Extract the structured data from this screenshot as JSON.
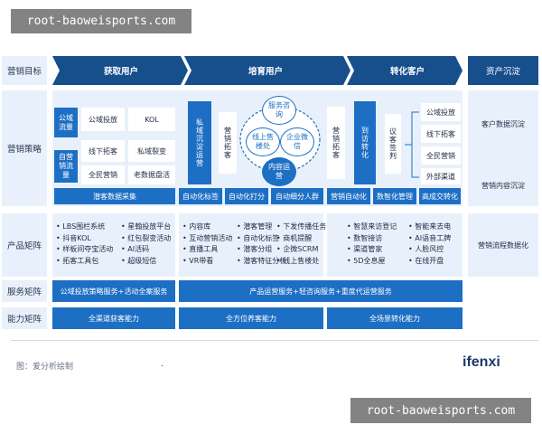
{
  "watermark": "root-baoweisports.com",
  "rows": {
    "marketing_goal": "营销目标",
    "marketing_strategy": "营销策略",
    "product_matrix": "产品矩阵",
    "service_matrix": "服务矩阵",
    "capability_matrix": "能力矩阵"
  },
  "stages": {
    "acquire": "获取用户",
    "nurture": "培育用户",
    "convert": "转化客户",
    "assets": "资产沉淀"
  },
  "strategy": {
    "public_traffic": "公域流量",
    "owned_traffic": "自营销流量",
    "acquire_cells": [
      "公域投放",
      "KOL",
      "线下拓客",
      "私域裂变",
      "全民营销",
      "老数据盘活"
    ],
    "acquire_bottom": "潜客数据采集",
    "private_ops": "私域沉淀运营",
    "expansion": "营销拓客",
    "circle_top": "服务咨询",
    "circle_left": "线上售楼处",
    "circle_right": "企业微信",
    "circle_bottom": "内容运营",
    "nurture_bottom": [
      "自动化标签",
      "自动化打分",
      "自动细分人群"
    ],
    "marketing_customer": "营销拓客",
    "visit_convert": "到访转化",
    "negotiation": "议客签判",
    "convert_cells": [
      "公域投放",
      "线下拓客",
      "全民营销",
      "外部渠道"
    ],
    "convert_bottom": [
      "营销自动化",
      "数智化管理",
      "高成交转化"
    ],
    "asset_cells": [
      "客户数据沉淀",
      "营销内容沉淀"
    ]
  },
  "products": {
    "col1": [
      "LBS围栏系统",
      "抖音KOL",
      "样板间夺宝活动",
      "拓客工具包"
    ],
    "col2": [
      "星翰投放平台",
      "红包裂变活动",
      "AI活码",
      "超级短信"
    ],
    "col3": [
      "内容库",
      "互动营销活动",
      "直播工具",
      "VR带看"
    ],
    "col4": [
      "潜客管理",
      "自动化标签",
      "潜客分组",
      "潜客特征分析"
    ],
    "col5": [
      "下发传播任务",
      "商机提醒",
      "企微SCRM",
      "线上售楼处"
    ],
    "col6": [
      "智慧来访登记",
      "数智接访",
      "渠道管家",
      "5D全息屋"
    ],
    "col7": [
      "智能来去电",
      "AI语音工牌",
      "人脸风控",
      "在线开盘"
    ],
    "assets": "营销流程数据化"
  },
  "services": {
    "acquire": "公域投放策略服务+活动全案服务",
    "nurture": "产品运营服务+轻咨询服务+重度代运营服务"
  },
  "capabilities": {
    "acquire": "全渠道获客能力",
    "nurture": "全方位养客能力",
    "convert": "全场景转化能力"
  },
  "footer": {
    "source": "图：爱分析绘制",
    "dot": ".",
    "logo": "ifenxi"
  }
}
